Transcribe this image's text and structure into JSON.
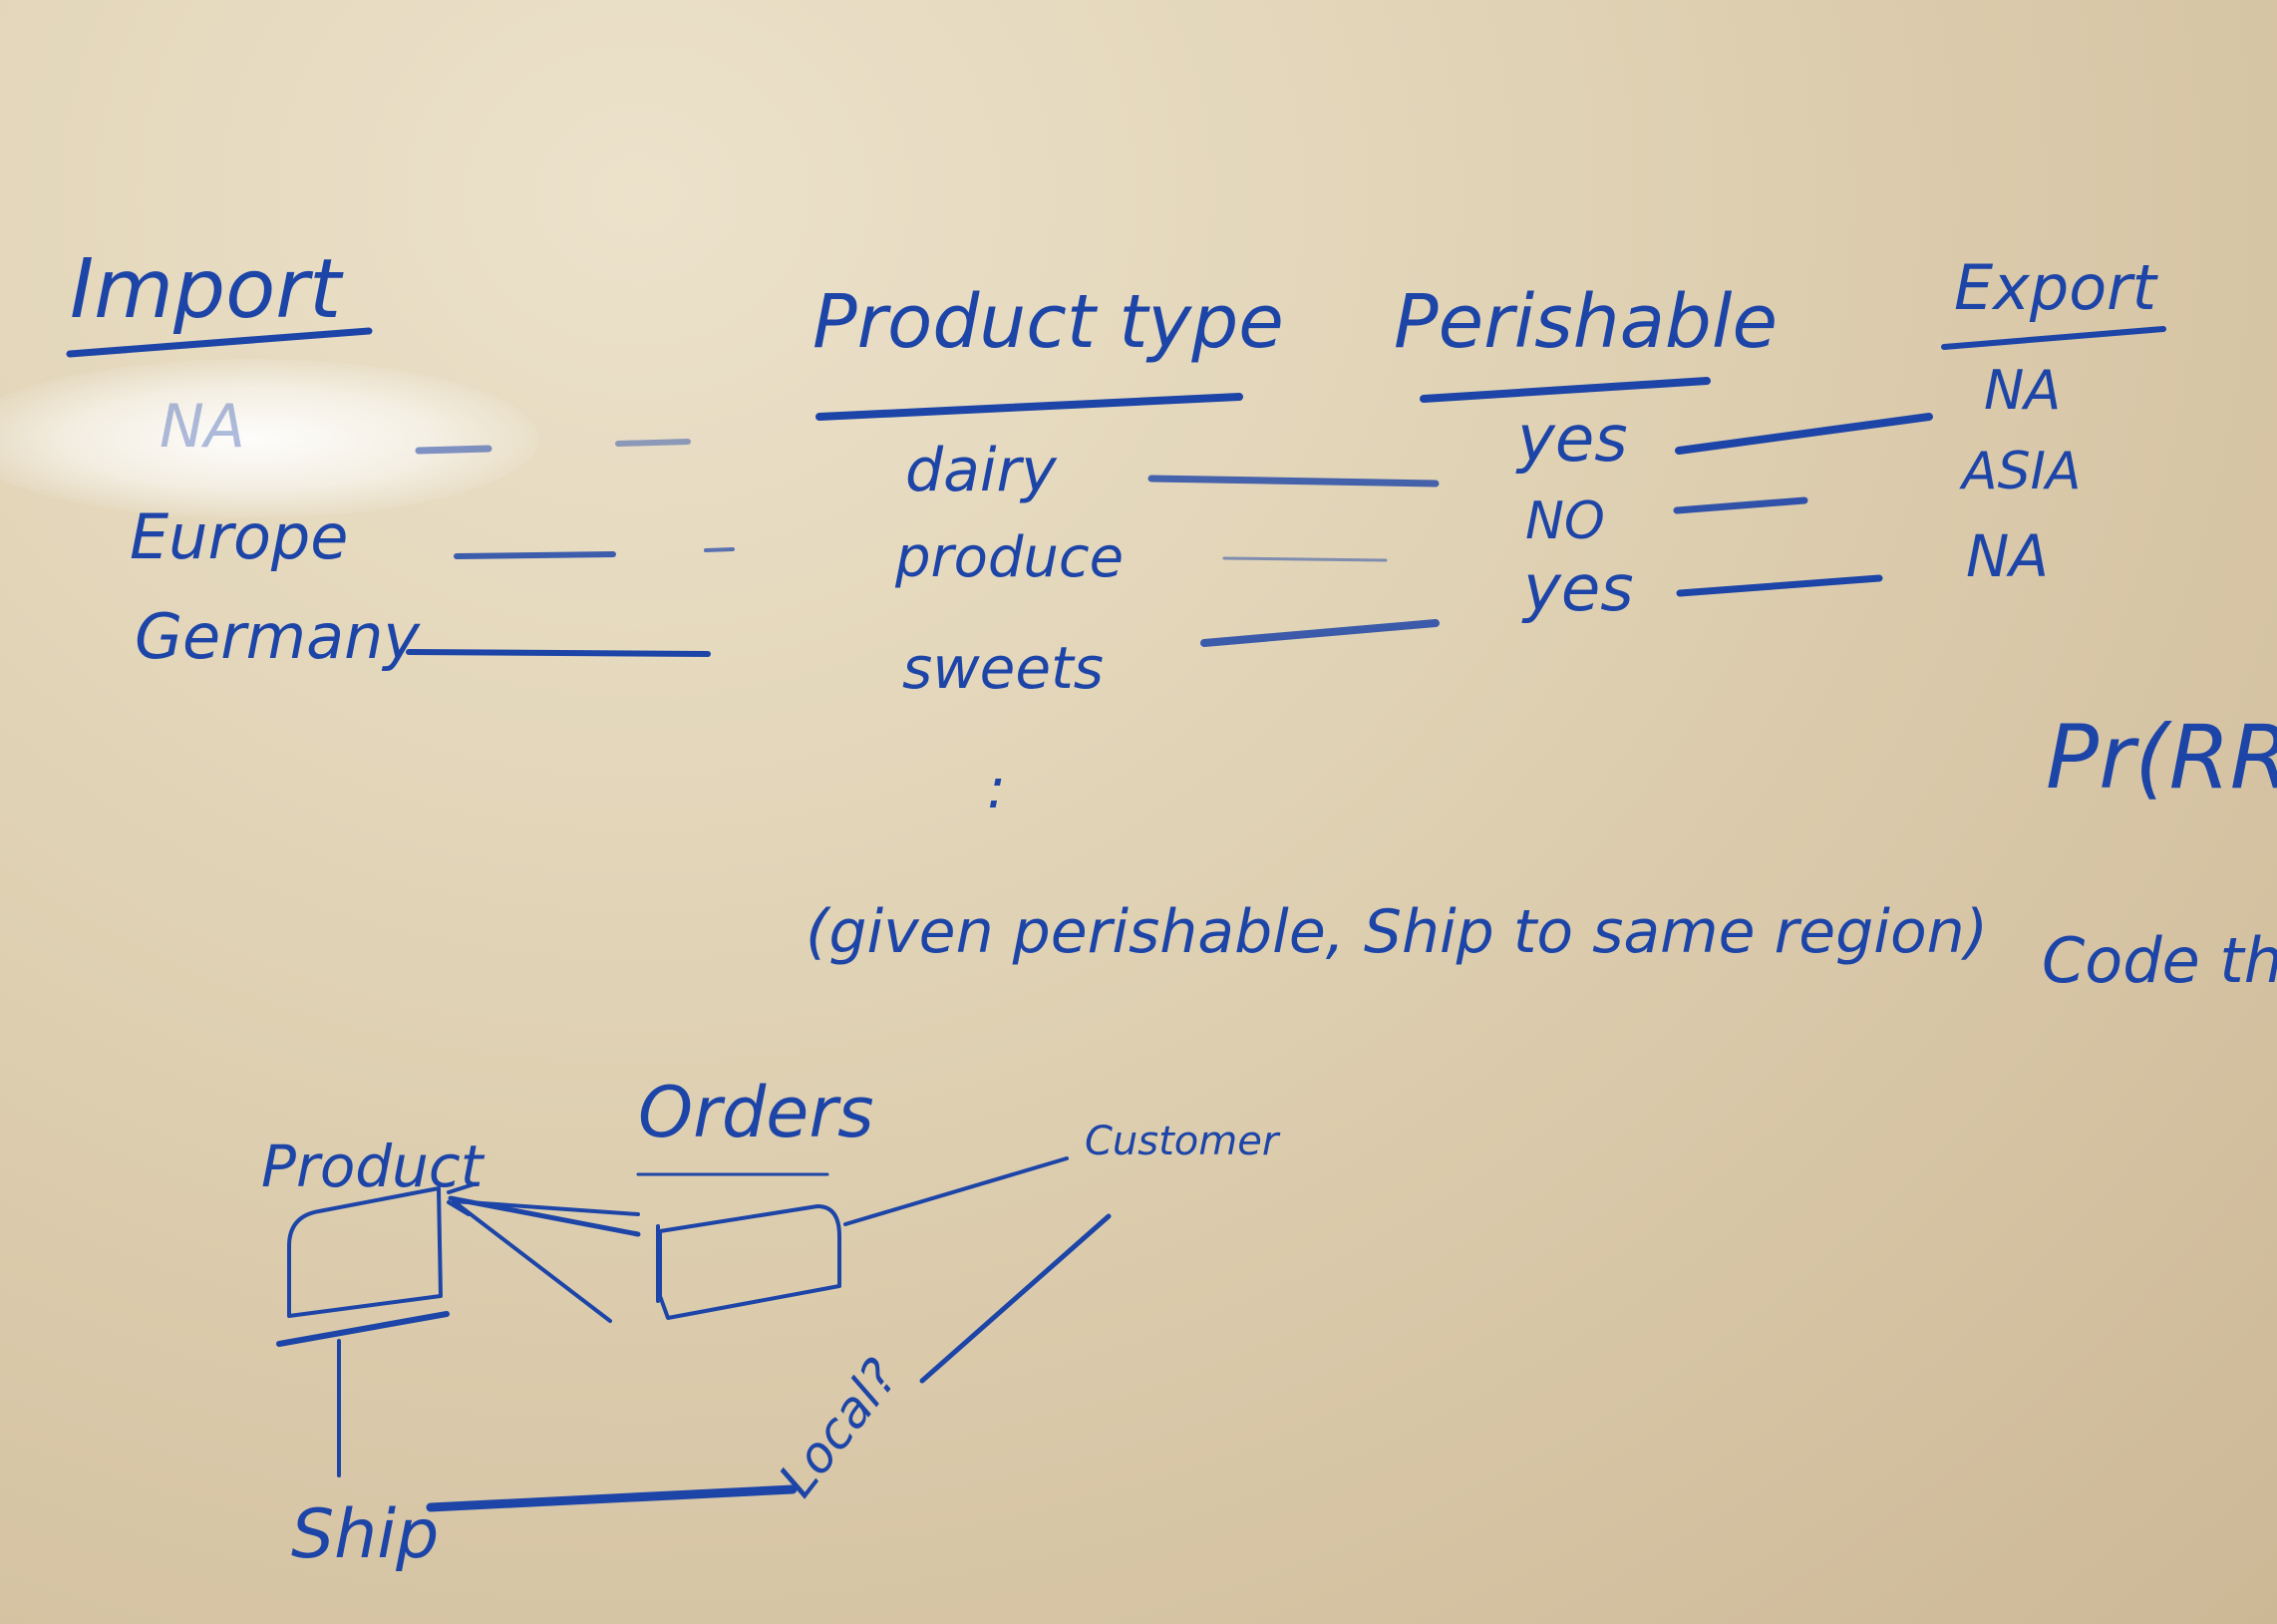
{
  "table": {
    "headers": {
      "import": "Import",
      "product_type": "Product type",
      "perishable": "Perishable",
      "export": "Export"
    },
    "import_values": [
      "NA",
      "Europe",
      "Germany"
    ],
    "product_values": [
      "dairy",
      "produce",
      "sweets"
    ],
    "perishable_values": [
      "yes",
      "NO",
      "yes"
    ],
    "export_values": [
      "NA",
      "ASIA",
      "NA"
    ],
    "ellipsis": ":",
    "note": "(given perishable, Ship to same region)"
  },
  "right_notes": {
    "formula": "Pr(RR",
    "code_line": "Code the pr"
  },
  "diagram": {
    "product": "Product",
    "orders": "Orders",
    "customer": "Customer",
    "ship": "Ship",
    "local": "Local?"
  },
  "colors": {
    "ink": "#1d45a8",
    "board": "#e0d2b4"
  }
}
